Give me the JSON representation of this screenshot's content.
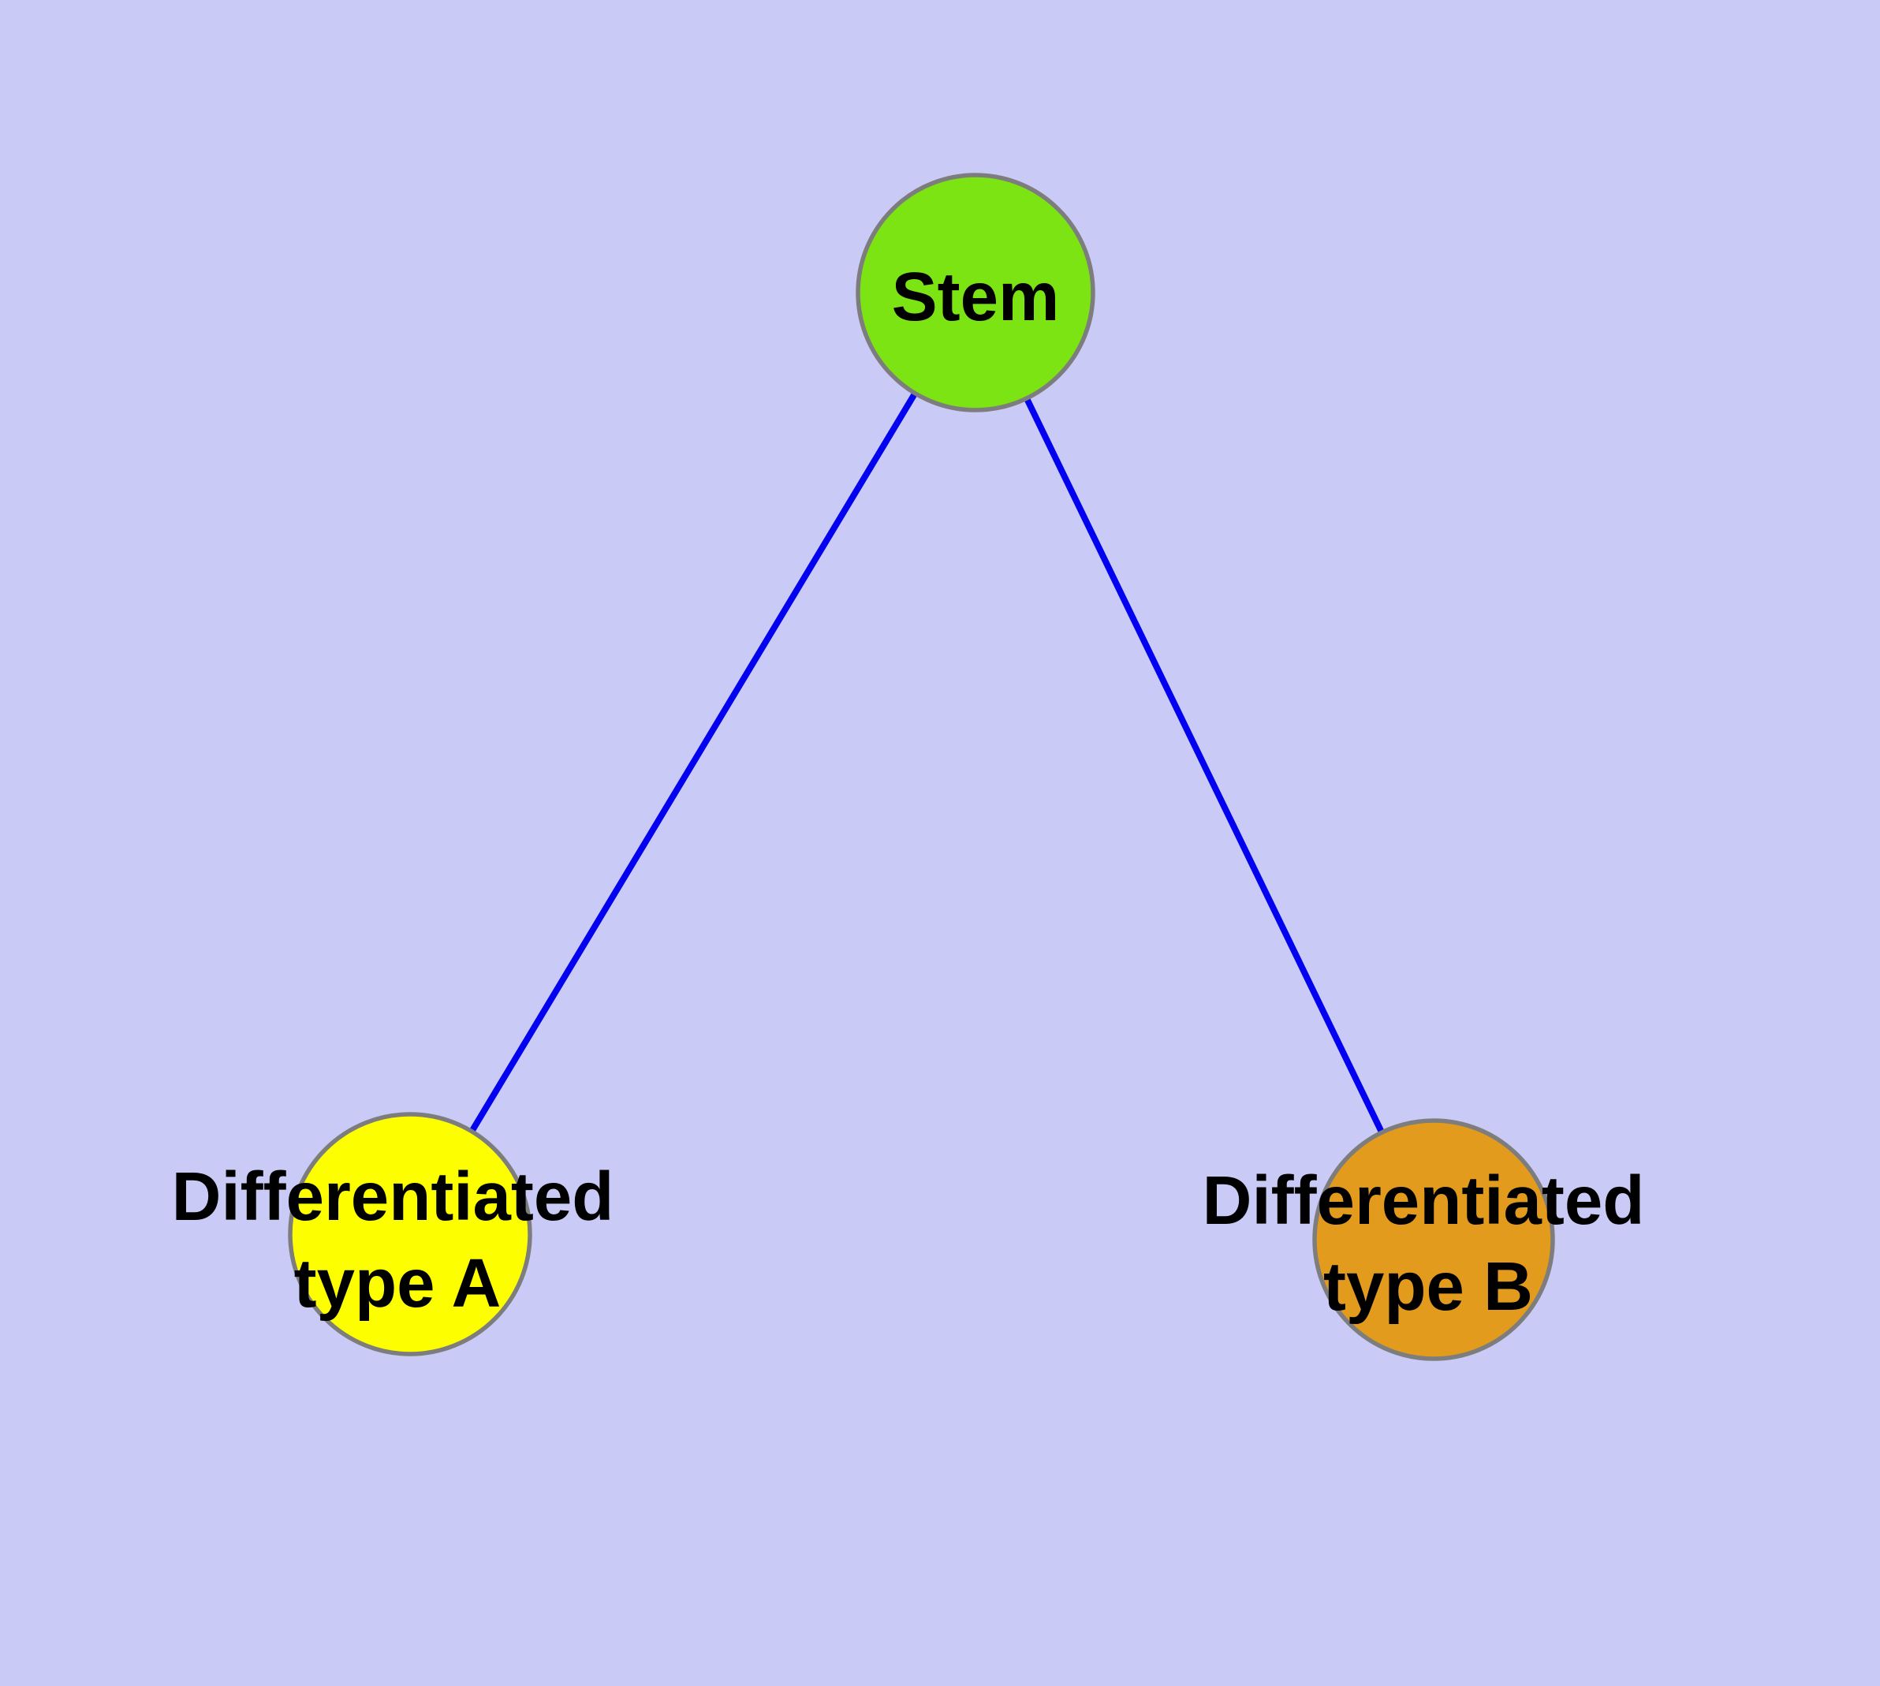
{
  "diagram": {
    "background_color": "#cacaf6",
    "edge_color": "#0202f0",
    "node_border_color": "#7d7d7d",
    "nodes": {
      "stem": {
        "label": "Stem",
        "fill": "#7ce413"
      },
      "diff_a": {
        "label": "Differentiated type A",
        "line1": "Differentiated",
        "line2": "type A",
        "fill": "#fdff00"
      },
      "diff_b": {
        "label": "Differentiated type B",
        "line1": "Differentiated",
        "line2": "type B",
        "fill": "#e39b1e"
      }
    },
    "edges": [
      {
        "from": "Stem",
        "to": "Differentiated type A"
      },
      {
        "from": "Stem",
        "to": "Differentiated type B"
      }
    ]
  }
}
